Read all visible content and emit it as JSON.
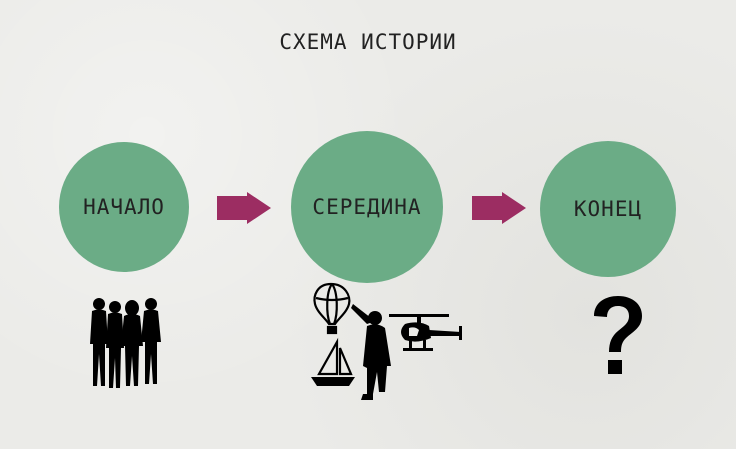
{
  "title": "СХЕМА ИСТОРИИ",
  "colors": {
    "background": "#ebebe8",
    "circle": "#6bac86",
    "arrow": "#9c2d62",
    "silhouette": "#000000",
    "text": "#222222"
  },
  "nodes": [
    {
      "label": "НАЧАЛО"
    },
    {
      "label": "СЕРЕДИНА"
    },
    {
      "label": "КОНЕЦ"
    }
  ],
  "illustrations": {
    "start": "group-of-people-silhouette",
    "middle": [
      "hot-air-balloon-icon",
      "sailboat-icon",
      "man-with-gun-silhouette",
      "helicopter-icon"
    ],
    "end": "question-mark-icon"
  }
}
